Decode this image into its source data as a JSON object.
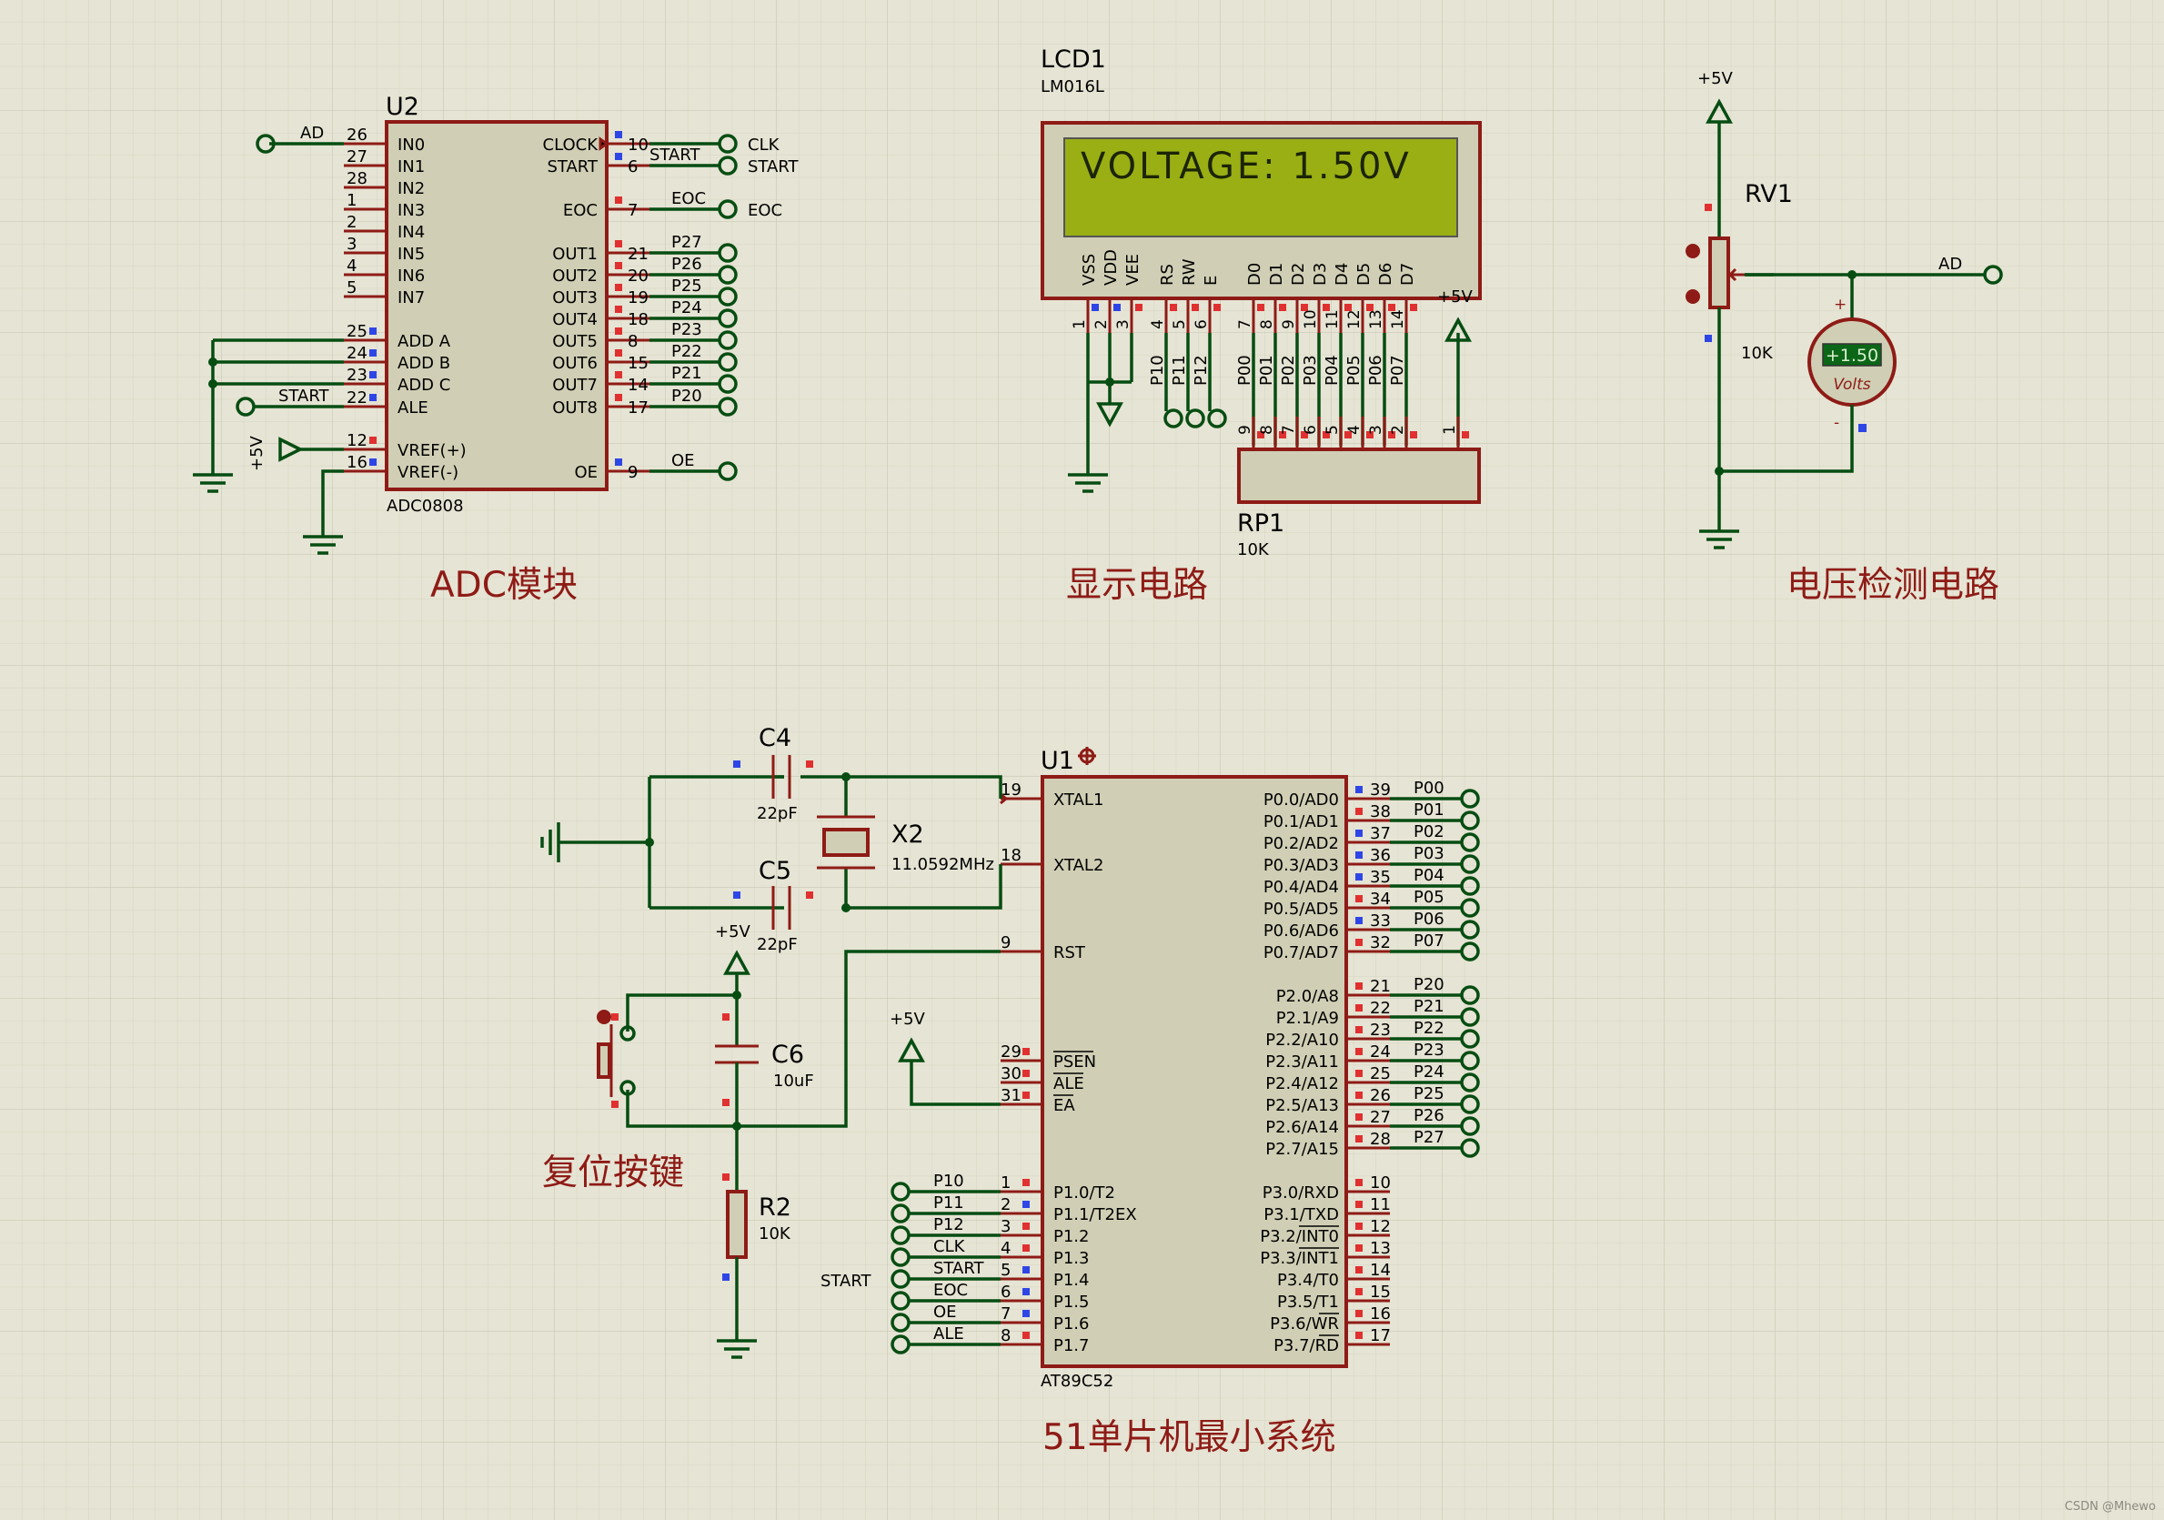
{
  "adc": {
    "ref": "U2",
    "type": "ADC0808",
    "caption": "ADC模块",
    "left_pins": [
      {
        "num": "26",
        "name": "IN0"
      },
      {
        "num": "27",
        "name": "IN1"
      },
      {
        "num": "28",
        "name": "IN2"
      },
      {
        "num": "1",
        "name": "IN3"
      },
      {
        "num": "2",
        "name": "IN4"
      },
      {
        "num": "3",
        "name": "IN5"
      },
      {
        "num": "4",
        "name": "IN6"
      },
      {
        "num": "5",
        "name": "IN7"
      },
      {
        "num": "25",
        "name": "ADD A"
      },
      {
        "num": "24",
        "name": "ADD B"
      },
      {
        "num": "23",
        "name": "ADD C"
      },
      {
        "num": "22",
        "name": "ALE"
      },
      {
        "num": "12",
        "name": "VREF(+)"
      },
      {
        "num": "16",
        "name": "VREF(-)"
      }
    ],
    "right_pins": [
      {
        "num": "10",
        "name": "CLOCK",
        "net": "",
        "term": "CLK"
      },
      {
        "num": "6",
        "name": "START",
        "net": "START",
        "term": "START"
      },
      {
        "num": "7",
        "name": "EOC",
        "net": "EOC",
        "term": "EOC"
      },
      {
        "num": "21",
        "name": "OUT1",
        "net": "P27",
        "term": ""
      },
      {
        "num": "20",
        "name": "OUT2",
        "net": "P26",
        "term": ""
      },
      {
        "num": "19",
        "name": "OUT3",
        "net": "P25",
        "term": ""
      },
      {
        "num": "18",
        "name": "OUT4",
        "net": "P24",
        "term": ""
      },
      {
        "num": "8",
        "name": "OUT5",
        "net": "P23",
        "term": ""
      },
      {
        "num": "15",
        "name": "OUT6",
        "net": "P22",
        "term": ""
      },
      {
        "num": "14",
        "name": "OUT7",
        "net": "P21",
        "term": ""
      },
      {
        "num": "17",
        "name": "OUT8",
        "net": "P20",
        "term": ""
      },
      {
        "num": "9",
        "name": "OE",
        "net": "OE",
        "term": ""
      }
    ],
    "in0_net": "AD",
    "ale_net": "START",
    "vref_label": "+5V"
  },
  "lcd": {
    "ref": "LCD1",
    "type": "LM016L",
    "caption": "显示电路",
    "text": "VOLTAGE: 1.50V",
    "pins": [
      {
        "name": "VSS",
        "num": "1"
      },
      {
        "name": "VDD",
        "num": "2"
      },
      {
        "name": "VEE",
        "num": "3"
      },
      {
        "name": "RS",
        "num": "4"
      },
      {
        "name": "RW",
        "num": "5"
      },
      {
        "name": "E",
        "num": "6"
      },
      {
        "name": "D0",
        "num": "7"
      },
      {
        "name": "D1",
        "num": "8"
      },
      {
        "name": "D2",
        "num": "9"
      },
      {
        "name": "D3",
        "num": "10"
      },
      {
        "name": "D4",
        "num": "11"
      },
      {
        "name": "D5",
        "num": "12"
      },
      {
        "name": "D6",
        "num": "13"
      },
      {
        "name": "D7",
        "num": "14"
      }
    ],
    "ctrl_nets": [
      "P10",
      "P11",
      "P12"
    ],
    "data_nets": [
      "P00",
      "P01",
      "P02",
      "P03",
      "P04",
      "P05",
      "P06",
      "P07"
    ],
    "vcc_label": "+5V"
  },
  "rp1": {
    "ref": "RP1",
    "value": "10K",
    "pins": [
      "9",
      "8",
      "7",
      "6",
      "5",
      "4",
      "3",
      "2",
      "1"
    ]
  },
  "voltage": {
    "caption": "电压检测电路",
    "rv_ref": "RV1",
    "rv_value": "10K",
    "vcc": "+5V",
    "net": "AD",
    "meter_reading": "+1.50",
    "meter_unit": "Volts",
    "meter_plus": "+",
    "meter_minus": "-"
  },
  "mcu": {
    "ref": "U1",
    "type": "AT89C52",
    "caption": "51单片机最小系统",
    "left_pins": [
      {
        "num": "19",
        "name": "XTAL1"
      },
      {
        "num": "18",
        "name": "XTAL2"
      },
      {
        "num": "9",
        "name": "RST"
      },
      {
        "num": "29",
        "name": "PSEN"
      },
      {
        "num": "30",
        "name": "ALE"
      },
      {
        "num": "31",
        "name": "EA"
      },
      {
        "num": "1",
        "name": "P1.0/T2"
      },
      {
        "num": "2",
        "name": "P1.1/T2EX"
      },
      {
        "num": "3",
        "name": "P1.2"
      },
      {
        "num": "4",
        "name": "P1.3"
      },
      {
        "num": "5",
        "name": "P1.4"
      },
      {
        "num": "6",
        "name": "P1.5"
      },
      {
        "num": "7",
        "name": "P1.6"
      },
      {
        "num": "8",
        "name": "P1.7"
      }
    ],
    "p1_nets": [
      "P10",
      "P11",
      "P12",
      "CLK",
      "START",
      "EOC",
      "OE",
      "ALE"
    ],
    "p1_start_label": "START",
    "port0": [
      {
        "num": "39",
        "name": "P0.0/AD0",
        "net": "P00"
      },
      {
        "num": "38",
        "name": "P0.1/AD1",
        "net": "P01"
      },
      {
        "num": "37",
        "name": "P0.2/AD2",
        "net": "P02"
      },
      {
        "num": "36",
        "name": "P0.3/AD3",
        "net": "P03"
      },
      {
        "num": "35",
        "name": "P0.4/AD4",
        "net": "P04"
      },
      {
        "num": "34",
        "name": "P0.5/AD5",
        "net": "P05"
      },
      {
        "num": "33",
        "name": "P0.6/AD6",
        "net": "P06"
      },
      {
        "num": "32",
        "name": "P0.7/AD7",
        "net": "P07"
      }
    ],
    "port2": [
      {
        "num": "21",
        "name": "P2.0/A8",
        "net": "P20"
      },
      {
        "num": "22",
        "name": "P2.1/A9",
        "net": "P21"
      },
      {
        "num": "23",
        "name": "P2.2/A10",
        "net": "P22"
      },
      {
        "num": "24",
        "name": "P2.3/A11",
        "net": "P23"
      },
      {
        "num": "25",
        "name": "P2.4/A12",
        "net": "P24"
      },
      {
        "num": "26",
        "name": "P2.5/A13",
        "net": "P25"
      },
      {
        "num": "27",
        "name": "P2.6/A14",
        "net": "P26"
      },
      {
        "num": "28",
        "name": "P2.7/A15",
        "net": "P27"
      }
    ],
    "port3": [
      {
        "num": "10",
        "name": "P3.0/RXD"
      },
      {
        "num": "11",
        "name": "P3.1/TXD"
      },
      {
        "num": "12",
        "name": "P3.2/INT0"
      },
      {
        "num": "13",
        "name": "P3.3/INT1"
      },
      {
        "num": "14",
        "name": "P3.4/T0"
      },
      {
        "num": "15",
        "name": "P3.5/T1"
      },
      {
        "num": "16",
        "name": "P3.6/WR"
      },
      {
        "num": "17",
        "name": "P3.7/RD"
      }
    ],
    "ea_vcc": "+5V"
  },
  "osc": {
    "c4_ref": "C4",
    "c4_value": "22pF",
    "c5_ref": "C5",
    "c5_value": "22pF",
    "x2_ref": "X2",
    "x2_value": "11.0592MHz"
  },
  "reset": {
    "caption": "复位按键",
    "c6_ref": "C6",
    "c6_value": "10uF",
    "r2_ref": "R2",
    "r2_value": "10K",
    "vcc": "+5V"
  },
  "watermark": "CSDN @Mhewo"
}
